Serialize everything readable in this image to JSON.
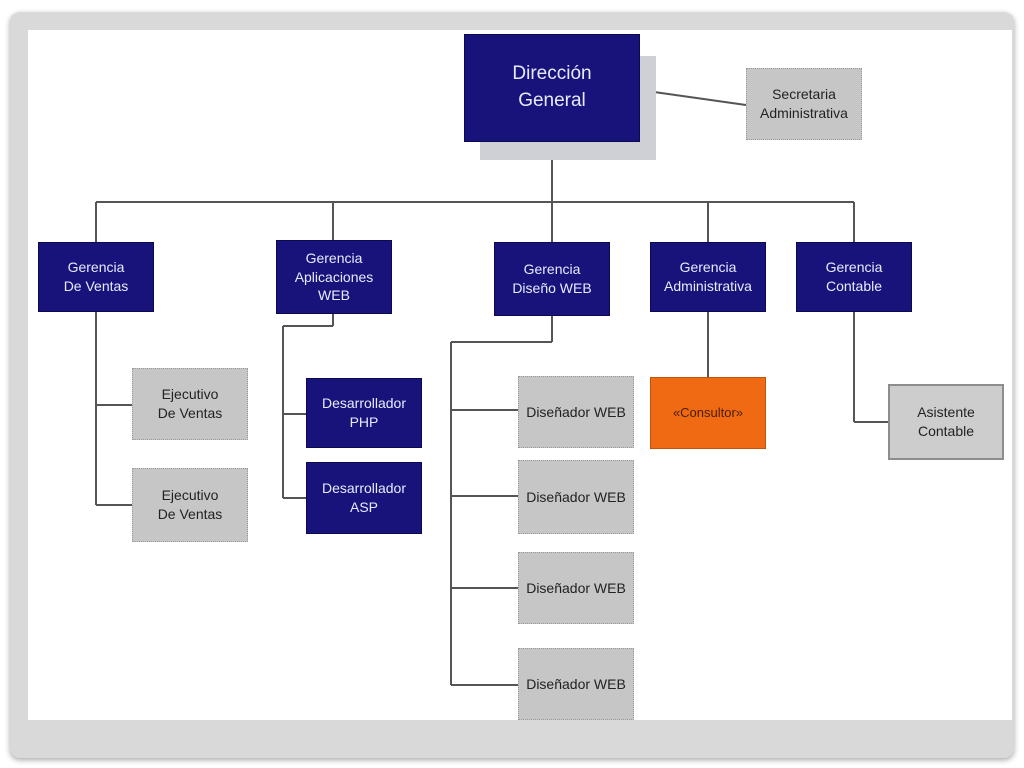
{
  "org_chart": {
    "root": {
      "lines": [
        "Dirección",
        "General"
      ]
    },
    "assistant": {
      "lines": [
        "Secretaria",
        "Administrativa"
      ]
    },
    "departments": [
      {
        "lines": [
          "Gerencia",
          "De Ventas"
        ],
        "children": [
          {
            "lines": [
              "Ejecutivo",
              "De Ventas"
            ]
          },
          {
            "lines": [
              "Ejecutivo",
              "De Ventas"
            ]
          }
        ]
      },
      {
        "lines": [
          "Gerencia",
          "Aplicaciones",
          "WEB"
        ],
        "children": [
          {
            "lines": [
              "Desarrollador",
              "PHP"
            ]
          },
          {
            "lines": [
              "Desarrollador",
              "ASP"
            ]
          }
        ]
      },
      {
        "lines": [
          "Gerencia",
          "Diseño WEB"
        ],
        "children": [
          {
            "lines": [
              "Diseñador WEB"
            ]
          },
          {
            "lines": [
              "Diseñador WEB"
            ]
          },
          {
            "lines": [
              "Diseñador WEB"
            ]
          },
          {
            "lines": [
              "Diseñador WEB"
            ]
          }
        ]
      },
      {
        "lines": [
          "Gerencia",
          "Administrativa"
        ],
        "children": [
          {
            "lines": [
              "«Consultor»"
            ]
          }
        ]
      },
      {
        "lines": [
          "Gerencia",
          "Contable"
        ],
        "children": [
          {
            "lines": [
              "Asistente",
              "Contable"
            ]
          }
        ]
      }
    ]
  },
  "colors": {
    "manager": "#17137a",
    "staff": "#c6c6c6",
    "highlight": "#ef6a12",
    "connector": "#555555"
  }
}
